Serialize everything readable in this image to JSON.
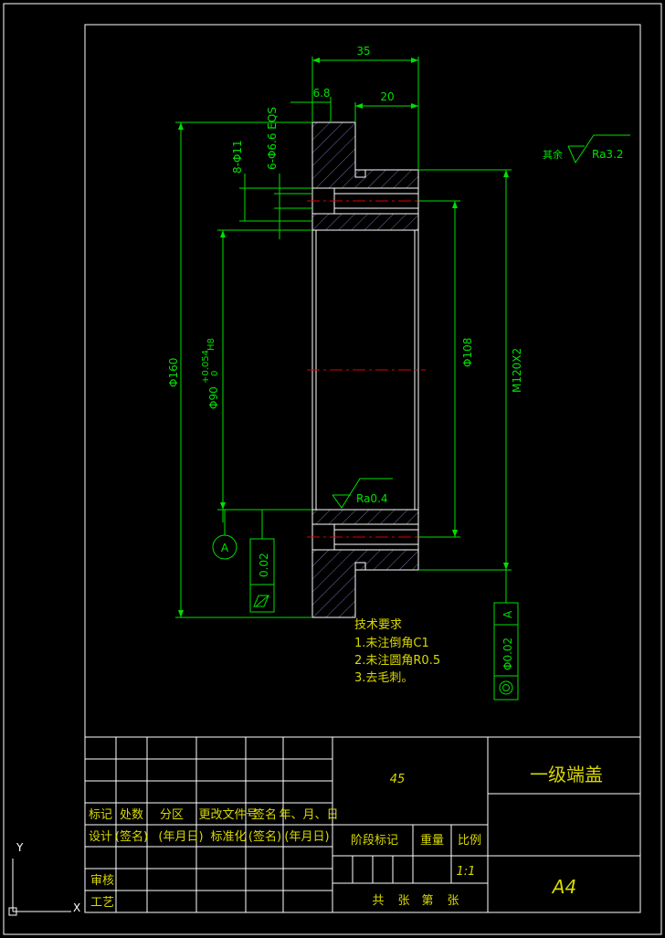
{
  "dimensions": {
    "width_total": "35",
    "step_width": "6.8",
    "flange_width": "20",
    "holes_eqs": "6-Φ6.6 EQS",
    "counterbore": "8-Φ11",
    "outer_dia": "Φ160",
    "bore_base": "Φ90",
    "bore_upper_tol": "+0.054",
    "bore_fit": "H8",
    "bore_lower_tol": "0",
    "inner_dia": "Φ108",
    "thread": "M120X2"
  },
  "surface_finish": {
    "general_prefix": "其余",
    "general_ra": "Ra3.2",
    "bore_ra": "Ra0.4"
  },
  "gdt": {
    "datum": "A",
    "flatness_value": "0.02",
    "concentricity_value": "Φ0.02",
    "concentricity_datum": "A"
  },
  "tech_requirements": {
    "title": "技术要求",
    "items": [
      "1.未注倒角C1",
      "2.未注圆角R0.5",
      "3.去毛刺。"
    ]
  },
  "title_block": {
    "material": "45",
    "part_name": "一级端盖",
    "sheet_size": "A4",
    "scale": "1:1",
    "header_row": [
      "标记",
      "处数",
      "分区",
      "更改文件号",
      "签名",
      "年、月、日"
    ],
    "design_row": [
      "设计",
      "(签名)",
      "(年月日)",
      "标准化",
      "(签名)",
      "(年月日)"
    ],
    "review": "审核",
    "process": "工艺",
    "stage_label": "阶段标记",
    "weight_label": "重量",
    "scale_label": "比例",
    "sheets": [
      "共",
      "张",
      "第",
      "张"
    ]
  },
  "ucs": {
    "y": "Y",
    "x": "X"
  }
}
